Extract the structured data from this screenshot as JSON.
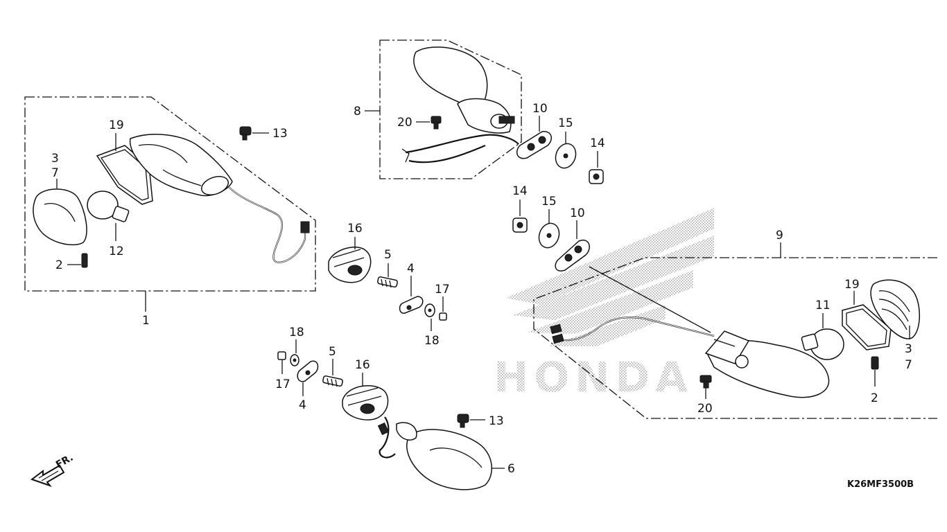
{
  "callouts": {
    "c1": "1",
    "c2a": "2",
    "c2b": "2",
    "c3a": "3",
    "c7a": "7",
    "c3b": "3",
    "c7b": "7",
    "c4a": "4",
    "c4b": "4",
    "c5a": "5",
    "c5b": "5",
    "c6": "6",
    "c8": "8",
    "c9": "9",
    "c10a": "10",
    "c10b": "10",
    "c11": "11",
    "c12": "12",
    "c13a": "13",
    "c13b": "13",
    "c14a": "14",
    "c14b": "14",
    "c15a": "15",
    "c15b": "15",
    "c16a": "16",
    "c16b": "16",
    "c17a": "17",
    "c17b": "17",
    "c18a": "18",
    "c18b": "18",
    "c19a": "19",
    "c19b": "19",
    "c20a": "20",
    "c20b": "20"
  },
  "direction_label": "FR.",
  "diagram_code": "K26MF3500B",
  "watermark_text": "HONDA",
  "icons": [
    "front-direction-arrow-icon",
    "honda-wing-watermark"
  ]
}
